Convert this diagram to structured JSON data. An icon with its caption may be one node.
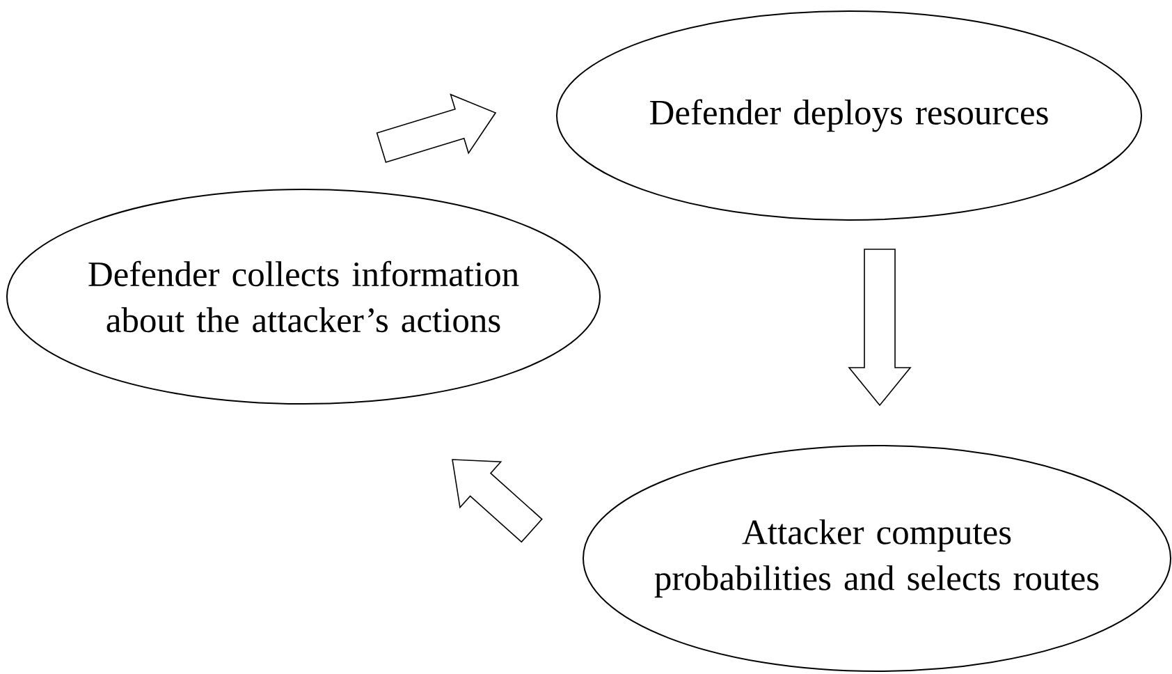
{
  "diagram": {
    "nodes": [
      {
        "text": [
          "Defender deploys resources"
        ]
      },
      {
        "text": [
          "Defender collects information about the attacker’s actions"
        ]
      },
      {
        "text": [
          "Attacker computes probabilities and selects routes"
        ]
      }
    ],
    "edges": [
      {
        "from": 1,
        "to": 0,
        "arrow": "to"
      },
      {
        "from": 0,
        "to": 2,
        "arrow": "to"
      },
      {
        "from": 2,
        "to": 1,
        "arrow": "to"
      }
    ]
  }
}
